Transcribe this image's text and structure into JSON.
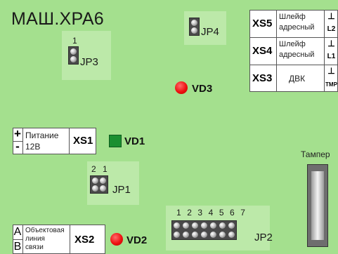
{
  "board": {
    "title": "МАШ.ХРА6",
    "background": "#a4e08e"
  },
  "jumpers": {
    "jp3": {
      "label": "JP3",
      "pin_number": "1"
    },
    "jp4": {
      "label": "JP4"
    },
    "jp1": {
      "label": "JP1",
      "pin_numbers": "2 1"
    },
    "jp2": {
      "label": "JP2",
      "pin_numbers": "1 2 3 4 5 6 7"
    }
  },
  "leds": {
    "vd3": {
      "label": "VD3",
      "color": "#e01010"
    },
    "vd1": {
      "label": "VD1",
      "color": "#1a8f30"
    },
    "vd2": {
      "label": "VD2",
      "color": "#e01010"
    }
  },
  "connectors": {
    "xs5": {
      "id": "XS5",
      "desc_line1": "Шлейф",
      "desc_line2": "адресный",
      "gnd": "⊥",
      "pin": "L2"
    },
    "xs4": {
      "id": "XS4",
      "desc_line1": "Шлейф",
      "desc_line2": "адресный",
      "gnd": "⊥",
      "pin": "L1"
    },
    "xs3": {
      "id": "XS3",
      "desc": "ДВК",
      "gnd": "⊥",
      "pin": "TMP"
    },
    "xs1": {
      "id": "XS1",
      "plus": "+",
      "minus": "-",
      "desc_line1": "Питание",
      "desc_line2": "12В"
    },
    "xs2": {
      "id": "XS2",
      "pin_a": "A",
      "pin_b": "B",
      "desc_line1": "Объектовая",
      "desc_line2": "линия",
      "desc_line3": "связи"
    }
  },
  "tamper": {
    "label": "Тампер"
  }
}
